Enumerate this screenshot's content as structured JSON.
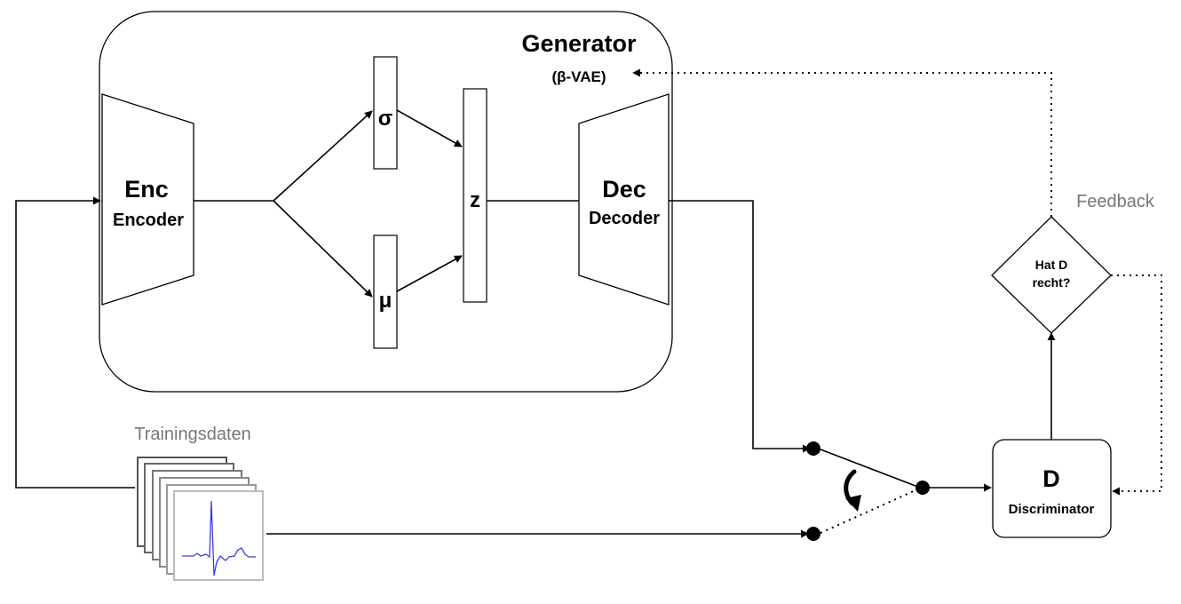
{
  "generator": {
    "title": "Generator",
    "subtitle": "(β-VAE)"
  },
  "encoder": {
    "short": "Enc",
    "full": "Encoder"
  },
  "decoder": {
    "short": "Dec",
    "full": "Decoder"
  },
  "latent": {
    "sigma": "σ",
    "mu": "μ",
    "z": "z"
  },
  "decision": {
    "line1": "Hat D",
    "line2": "recht?"
  },
  "feedback_label": "Feedback",
  "discriminator": {
    "short": "D",
    "full": "Discriminator"
  },
  "training_label": "Trainingsdaten",
  "colors": {
    "ecg_trace": "#3a3fe0",
    "muted_text": "#777777",
    "line": "#000000"
  }
}
